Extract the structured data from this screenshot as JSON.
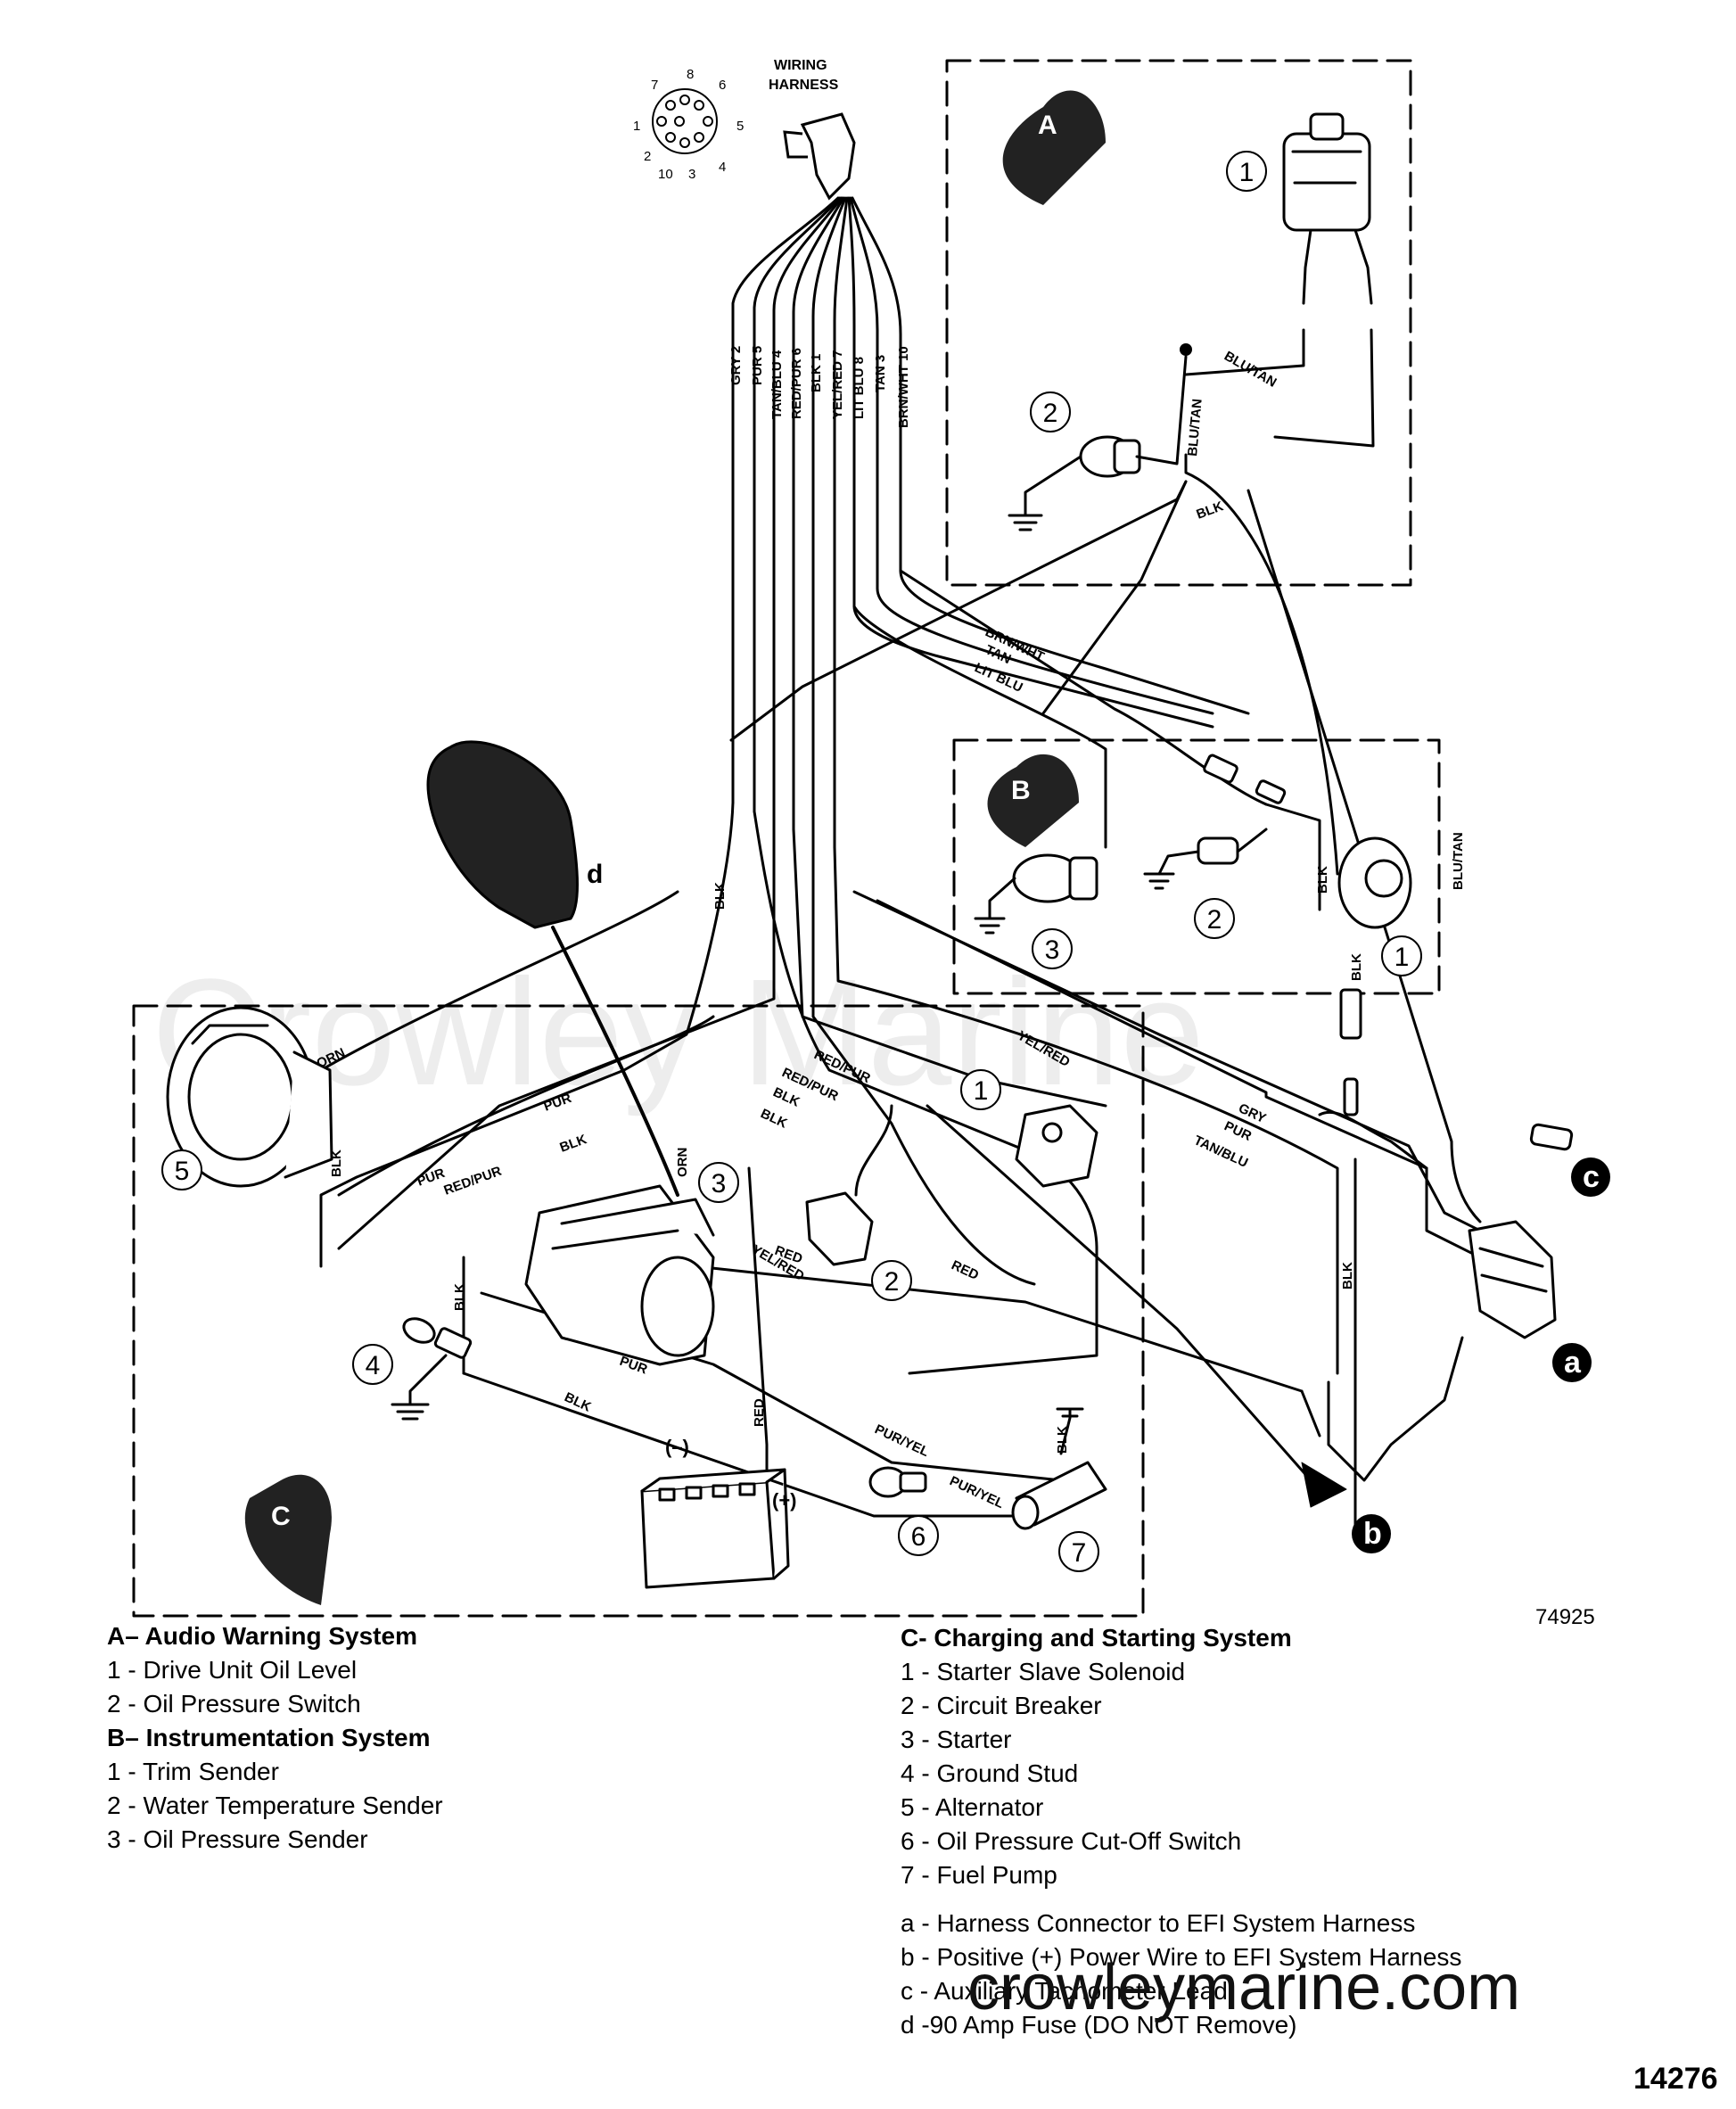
{
  "harness": {
    "title_line1": "WIRING",
    "title_line2": "HARNESS",
    "pins": [
      "1",
      "2",
      "3",
      "4",
      "5",
      "6",
      "7",
      "8",
      "10"
    ],
    "wires": [
      "GRY 2",
      "PUR 5",
      "TAN/BLU 4",
      "RED/PUR 6",
      "BLK 1",
      "YEL/RED 7",
      "LIT BLU 8",
      "TAN 3",
      "BRN/WHT 10"
    ]
  },
  "wire_labels": {
    "blu_tan": "BLU/TAN",
    "blk": "BLK",
    "brn_wht": "BRN/WHT",
    "tan": "TAN",
    "lit_blu": "LIT BLU",
    "orn": "ORN",
    "pur": "PUR",
    "red_pur": "RED/PUR",
    "yel_red": "YEL/RED",
    "red": "RED",
    "gry": "GRY",
    "tan_blu": "TAN/BLU",
    "pur_yel": "PUR/YEL"
  },
  "systems": {
    "a": "A",
    "b": "B",
    "c": "C",
    "d": "d"
  },
  "callouts": {
    "a1": "1",
    "a2": "2",
    "b1": "1",
    "b2": "2",
    "b3": "3",
    "c1": "1",
    "c2": "2",
    "c3": "3",
    "c4": "4",
    "c5": "5",
    "c6": "6",
    "c7": "7"
  },
  "refs": {
    "a": "a",
    "b": "b",
    "c": "c"
  },
  "battery": {
    "neg": "(–)",
    "pos": "(+)"
  },
  "figure_number": "74925",
  "page_number": "14276",
  "watermark": "Crowley Marine",
  "site_mark": "crowleymarine.com",
  "legend": {
    "left": [
      {
        "text": "A– Audio Warning System",
        "header": true
      },
      {
        "text": "1 - Drive Unit Oil Level",
        "header": false
      },
      {
        "text": "2 - Oil Pressure Switch",
        "header": false
      },
      {
        "text": "B– Instrumentation System",
        "header": true
      },
      {
        "text": "1 - Trim Sender",
        "header": false
      },
      {
        "text": "2 - Water Temperature Sender",
        "header": false
      },
      {
        "text": "3 - Oil Pressure Sender",
        "header": false
      }
    ],
    "right": [
      {
        "text": "C- Charging and Starting System",
        "header": true
      },
      {
        "text": "1 - Starter Slave Solenoid",
        "header": false
      },
      {
        "text": "2 - Circuit Breaker",
        "header": false
      },
      {
        "text": "3 - Starter",
        "header": false
      },
      {
        "text": "4 - Ground Stud",
        "header": false
      },
      {
        "text": "5 - Alternator",
        "header": false
      },
      {
        "text": "6 - Oil Pressure Cut-Off Switch",
        "header": false
      },
      {
        "text": "7 - Fuel Pump",
        "header": false
      }
    ],
    "refs": [
      "a - Harness Connector to EFI System Harness",
      "b - Positive (+) Power Wire to EFI System Harness",
      "c - Auxiliary Tachometer Lead",
      "d -90 Amp Fuse (DO NOT Remove)"
    ]
  }
}
